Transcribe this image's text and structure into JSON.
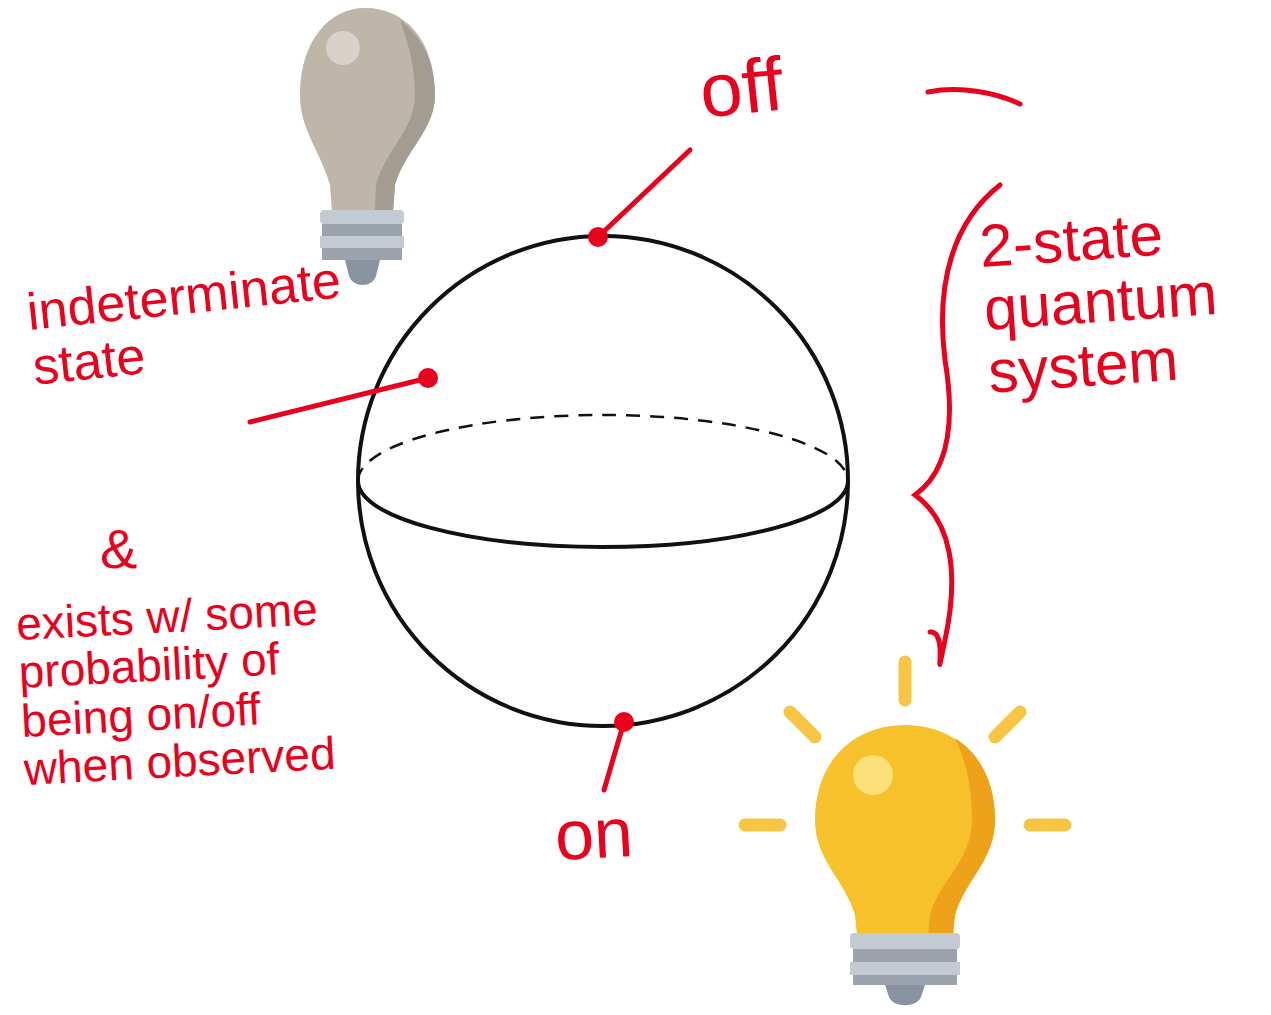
{
  "diagram": {
    "labels": [
      "off",
      "indeterminate state",
      "&",
      "exists w/ some probability of being on/off when observed",
      "on",
      "2-state quantum system"
    ]
  }
}
